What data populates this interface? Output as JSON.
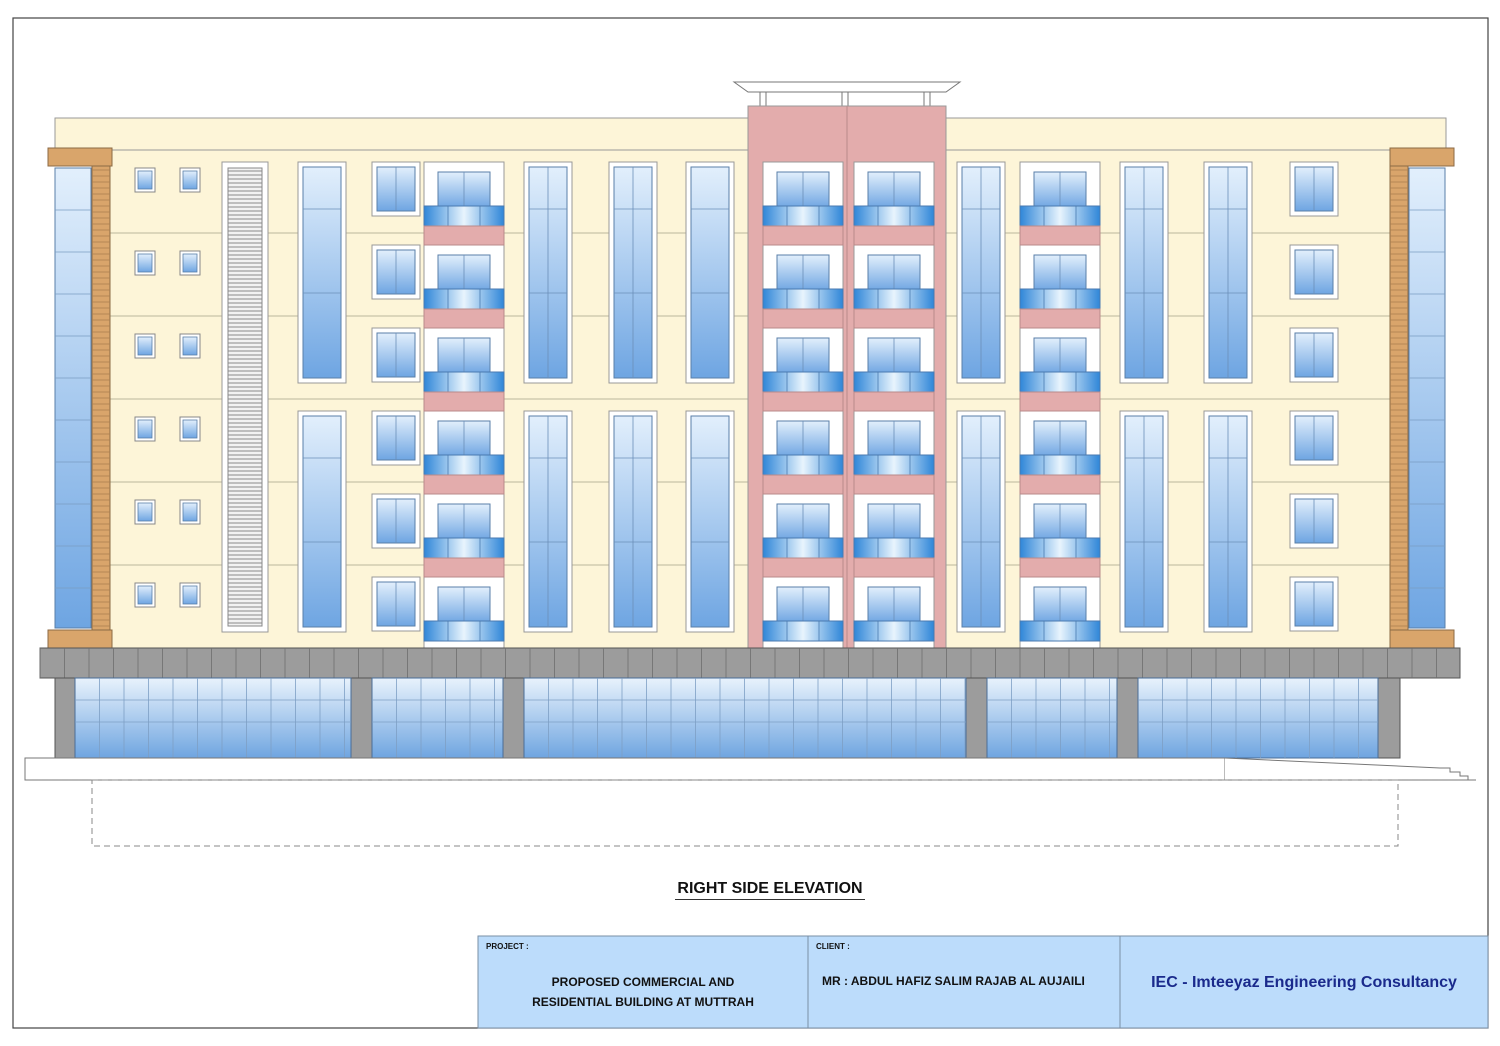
{
  "drawing": {
    "title": "RIGHT SIDE ELEVATION"
  },
  "title_block": {
    "project_label": "PROJECT :",
    "project_line1": "PROPOSED COMMERCIAL AND",
    "project_line2": "RESIDENTIAL BUILDING AT MUTTRAH",
    "client_label": "CLIENT :",
    "client_name": "MR :  ABDUL HAFIZ SALIM RAJAB AL AUJAILI",
    "consultant": "IEC - Imteeyaz Engineering Consultancy"
  },
  "colors": {
    "facade_cream": "#fdf5d8",
    "accent_pink": "#e3acac",
    "glass_blue": "#6ea5e2",
    "glass_light": "#dcecfb",
    "corner_tan": "#d9a56b",
    "podium_grey": "#9c9c9c",
    "title_block_bg": "#bcdcfb",
    "consultant_text": "#1a2a8c"
  }
}
